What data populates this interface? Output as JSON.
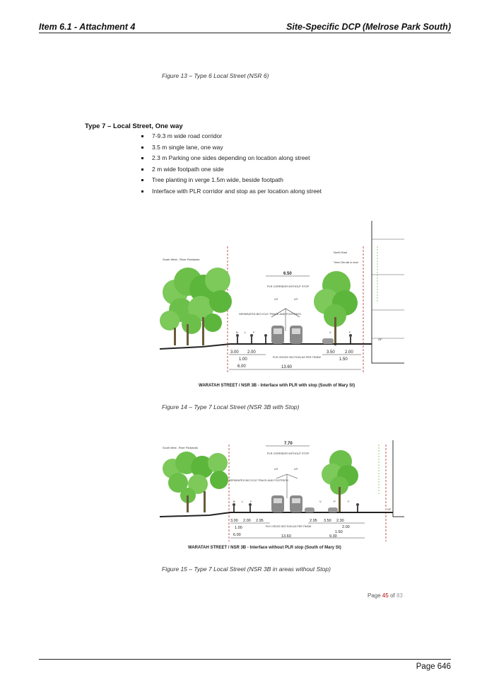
{
  "header": {
    "left": "Item 6.1 - Attachment 4",
    "right": "Site-Specific DCP (Melrose Park South)"
  },
  "figure13_caption": "Figure 13 – Type 6 Local Street (NSR 6)",
  "section": {
    "title": "Type 7 – Local Street, One way",
    "bullets": [
      "7-9.3 m wide road corridor",
      "3.5 m single lane, one way",
      "2.3 m Parking one sides depending on location along street",
      "2 m wide footpath one side",
      "Tree planting in verge 1.5m wide, beside footpath",
      "Interface with PLR corridor and stop as per location along street"
    ]
  },
  "diagram1": {
    "left_label": "South West - River Parklands",
    "right_label": "North East",
    "trees_note": "Trees 15m tall or more",
    "separated_label": "SEPARATED BICYCLE TRACK AND FOOTPATH",
    "plr_corridor": "PLR CORRIDOR WITHOUT STOP",
    "corridor_width": "6.50",
    "lane_labels": [
      "LR",
      "LR"
    ],
    "left_lane_letters": [
      "B",
      "L",
      "F"
    ],
    "right_lane_letters": [
      "V",
      "F"
    ],
    "dims_left": [
      "3.00",
      "2.00",
      "1.00",
      "6.00"
    ],
    "dims_right": [
      "3.50",
      "2.00",
      "1.50"
    ],
    "plr_section": "PLR CROSS SECTION AS PER TfNSW",
    "total": "13.60",
    "gf": "GF",
    "title": "WARATAH STREET / NSR 3B - Interface with PLR with stop (South of Mary St)"
  },
  "figure14_caption": "Figure 14 – Type 7 Local Street (NSR 3B with Stop)",
  "diagram2": {
    "left_label": "South West - River Parklands",
    "plr_corridor": "PLR CORRIDOR WITHOUT STOP",
    "corridor_width": "7.70",
    "lane_labels": [
      "LR",
      "LR"
    ],
    "separated_label": "SEPARATED BICYCLE TRACK AND FOOTPATH",
    "left_lane_letters": [
      "B",
      "L",
      "F"
    ],
    "right_lane_letters": [
      "V",
      "P",
      "F"
    ],
    "dims_left": [
      "3.00",
      "2.00",
      "2.95",
      "1.00",
      "6.00"
    ],
    "dims_right": [
      "2.95",
      "3.50",
      "2.30",
      "2.00",
      "1.50",
      "9.30"
    ],
    "plr_section": "PLR CROSS SECTION AS PER TfNSW",
    "total": "13.60",
    "gf": "GF",
    "title": "WARATAH STREET / NSR 3B - Interface without PLR stop (South of Mary St)"
  },
  "figure15_caption": "Figure 15 – Type 7 Local Street (NSR 3B in areas without Stop)",
  "inner_page": {
    "prefix": "Page",
    "number": "45",
    "of": "of",
    "total": "83"
  },
  "footer": {
    "page": "Page 646"
  },
  "colors": {
    "tree_green": "#6cc04a",
    "dark_green": "#3f8f2e",
    "tram_grey": "#8a8a8a",
    "boundary_red": "#b03030"
  }
}
